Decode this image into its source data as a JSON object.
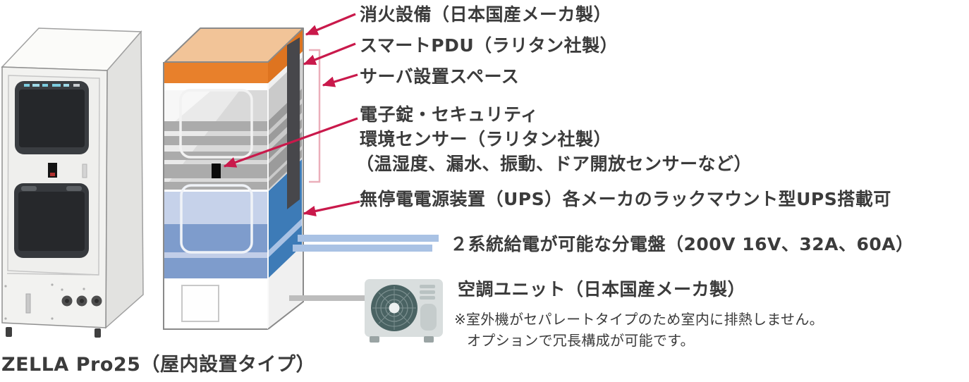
{
  "product": {
    "name": "ZELLA Pro25（屋内設置タイプ）"
  },
  "labels": {
    "fire": "消火設備（日本国産メーカ製）",
    "pdu": "スマートPDU（ラリタン社製）",
    "server_space": "サーバ設置スペース",
    "lock_line1": "電子錠・セキュリティ",
    "lock_line2": "環境センサー（ラリタン社製）",
    "lock_line3": "（温湿度、漏水、振動、ドア開放センサーなど）",
    "ups": "無停電電源装置（UPS）各メーカのラックマウント型UPS搭載可",
    "power": "２系統給電が可能な分電盤（200V 16V、32A、60A）",
    "ac": "空調ユニット（日本国産メーカ製）",
    "ac_note1": "※室外機がセパレートタイプのため室内に排熱しません。",
    "ac_note2": "オプションで冗長構成が可能です。"
  },
  "icons": {
    "rack_photo": "rack-cabinet-photo-illustration",
    "rack_diagram": "rack-cutaway-diagram",
    "ac_unit": "air-conditioner-outdoor-unit",
    "arrows": "annotation-arrows",
    "bracket": "server-space-bracket",
    "feed_bars": "dual-power-feed-bars",
    "duct": "ac-duct-bar"
  },
  "colors": {
    "text": "#3b3b3b",
    "arrow": "#c9194b",
    "bracket": "#ebafba",
    "orange_top": "#f2c498",
    "orange_front": "#e8802b",
    "orange_side": "#de7420",
    "tray_gray": "#ababab",
    "tray_side_gray": "#9b9b9b",
    "glass_gray": "#d9d9d9",
    "pdu_dark": "#47474b",
    "ups_light": "#c6d2ea",
    "ups_mid": "#7e9ccc",
    "ups_side": "#3d7bb7",
    "feed_bar": "#a9c2e4",
    "duct_gray": "#bdbdbd",
    "ac_body": "#d9dede",
    "ac_fan": "#4a6363",
    "photo_body": "#f2f2f0",
    "photo_side": "#e2e2e0",
    "window_dark": "#2e3135"
  }
}
